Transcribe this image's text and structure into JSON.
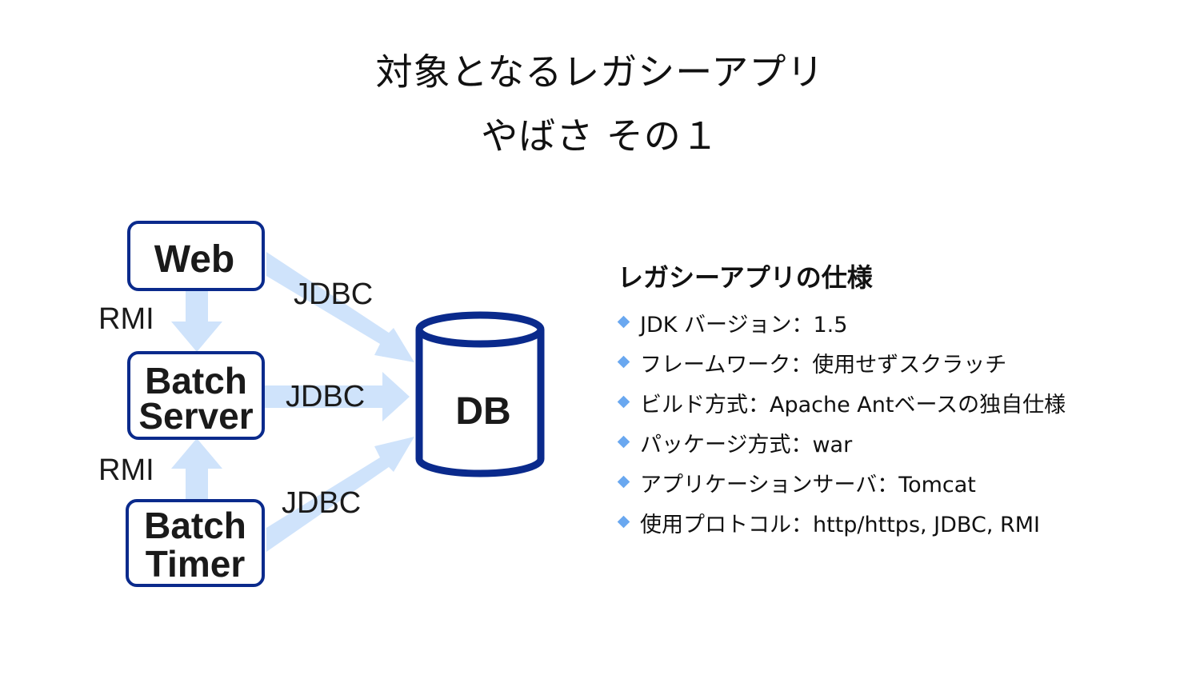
{
  "title": {
    "line1": "対象となるレガシーアプリ",
    "line2": "やばさ その１"
  },
  "diagram": {
    "nodes": {
      "web": "Web",
      "batch_server": [
        "Batch",
        "Server"
      ],
      "batch_timer": [
        "Batch",
        "Timer"
      ],
      "db": "DB"
    },
    "edge_labels": {
      "rmi_top": "RMI",
      "rmi_bottom": "RMI",
      "jdbc_web": "JDBC",
      "jdbc_server": "JDBC",
      "jdbc_timer": "JDBC"
    },
    "colors": {
      "node_border": "#0a2a8c",
      "arrow_fill": "#cfe3fb",
      "gear_watermark": "#ececec"
    }
  },
  "specs": {
    "heading": "レガシーアプリの仕様",
    "items": [
      "JDK バージョン：1.5",
      "フレームワーク：使用せずスクラッチ",
      "ビルド方式：Apache Antベースの独自仕様",
      "パッケージ方式：war",
      "アプリケーションサーバ：Tomcat",
      "使用プロトコル：http/https, JDBC, RMI"
    ],
    "bullet_color": "#6aa8f0"
  }
}
